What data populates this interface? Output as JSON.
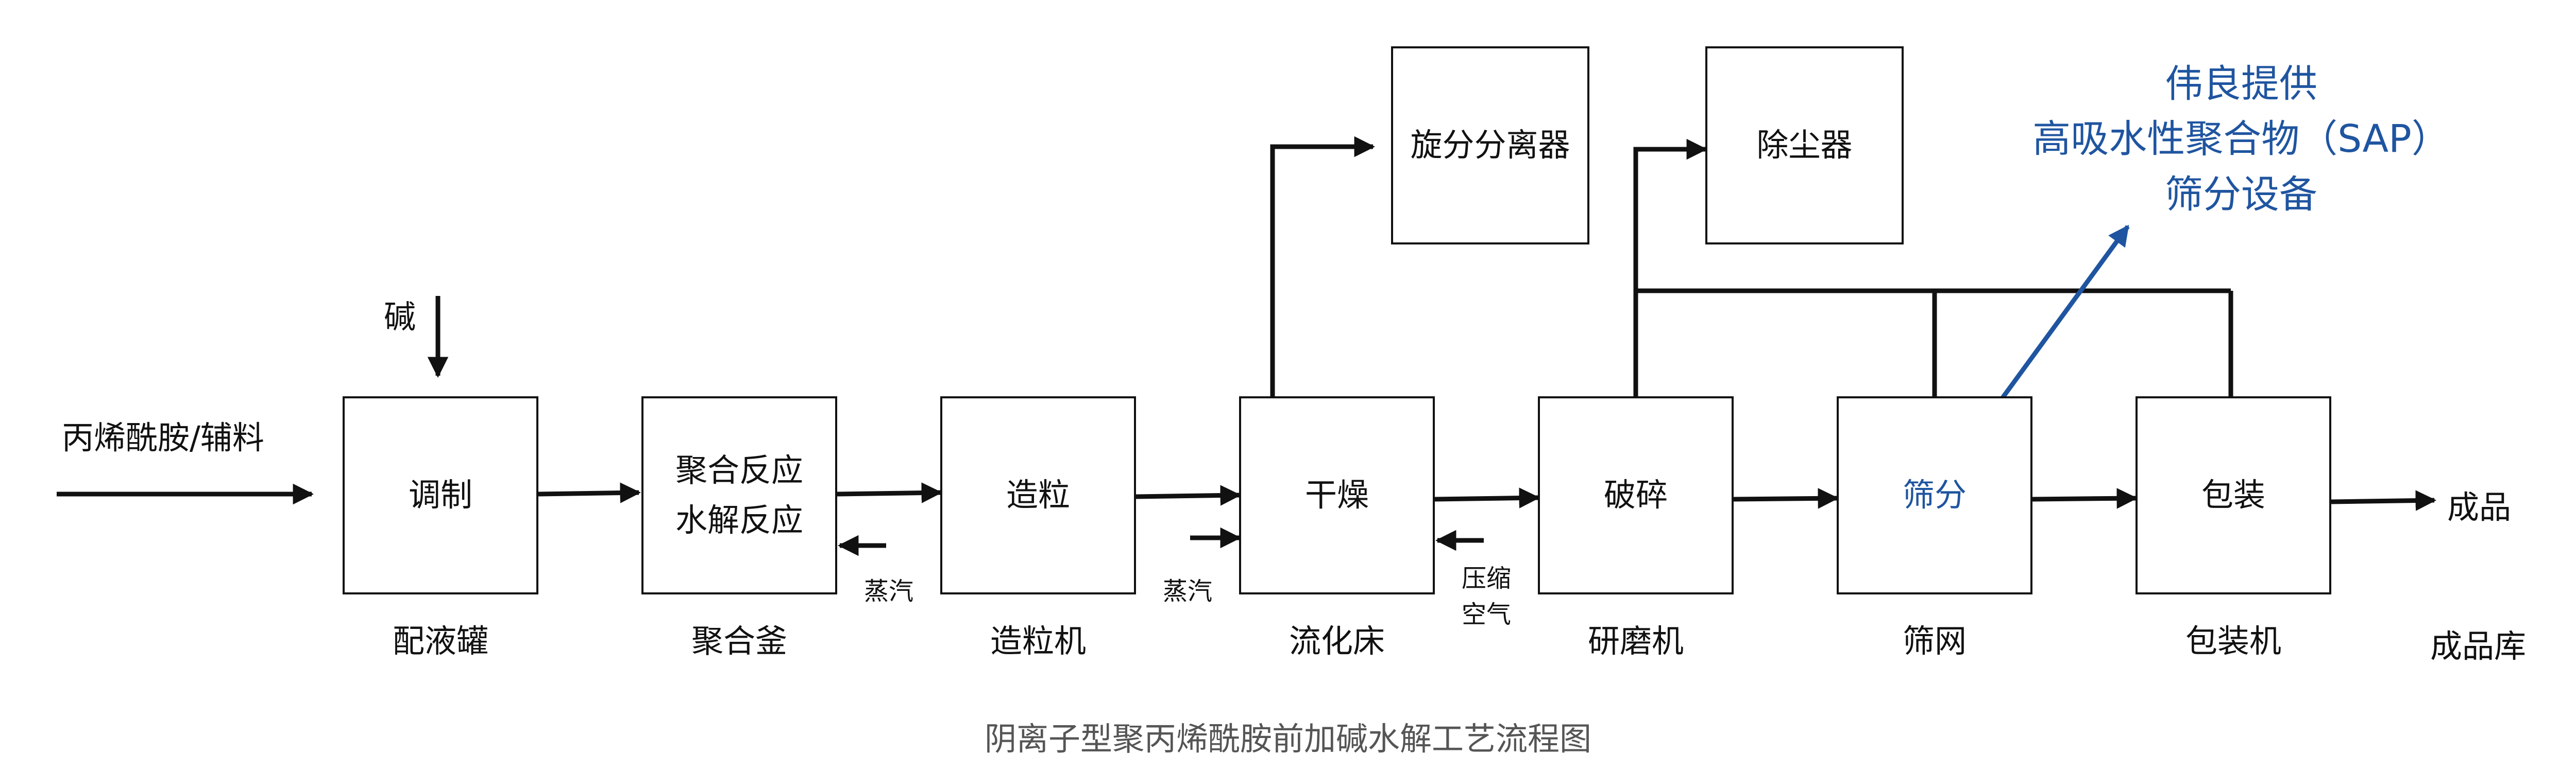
{
  "input_label": "丙烯酰胺/辅料",
  "base_label": "碱",
  "steam_1": "蒸汽",
  "steam_2": "蒸汽",
  "compressed_air": [
    "压缩",
    "空气"
  ],
  "product_label": "成品",
  "boxes": {
    "prepare": "调制",
    "react": [
      "聚合反应",
      "水解反应"
    ],
    "granulate": "造粒",
    "dry": "干燥",
    "cyclone": "旋分分离器",
    "dust": "除尘器",
    "crush": "破碎",
    "sieve": "筛分",
    "pack": "包装"
  },
  "equipment": {
    "prepare": "配液罐",
    "react": "聚合釜",
    "granulate": "造粒机",
    "dry": "流化床",
    "crush": "研磨机",
    "sieve": "筛网",
    "pack": "包装机",
    "product": "成品库"
  },
  "annotation": [
    "伟良提供",
    "高吸水性聚合物（SAP）",
    "筛分设备"
  ],
  "caption": "阴离子型聚丙烯酰胺前加碱水解工艺流程图",
  "colors": {
    "accent": "#1f55a0",
    "line": "#111111"
  }
}
